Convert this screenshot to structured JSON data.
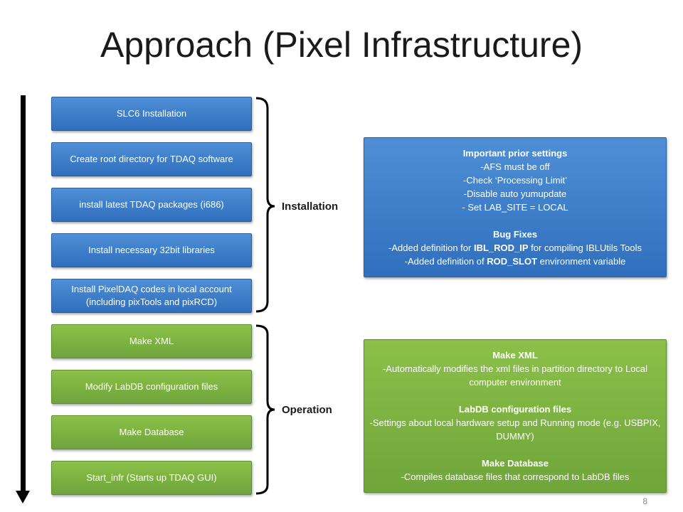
{
  "title": "Approach (Pixel Infrastructure)",
  "page_number": "8",
  "installation_steps": [
    "SLC6 Installation",
    "Create root directory for TDAQ software",
    "install latest TDAQ packages (i686)",
    "Install necessary 32bit libraries",
    "Install PixelDAQ codes in local account (including pixTools and pixRCD)"
  ],
  "operation_steps": [
    "Make XML",
    "Modify LabDB configuration files",
    "Make Database",
    "Start_infr (Starts up TDAQ GUI)"
  ],
  "groups": {
    "installation": "Installation",
    "operation": "Operation"
  },
  "settings_box": {
    "heading": "Important prior settings",
    "items": [
      "-AFS must be off",
      "-Check ‘Processing Limit’",
      "-Disable auto yumupdate",
      "- Set LAB_SITE = LOCAL"
    ],
    "bugfix_heading": "Bug Fixes",
    "bugfix_1": {
      "before": "-Added definition for ",
      "bold": "IBL_ROD_IP",
      "after": " for compiling IBLUtils Tools"
    },
    "bugfix_2": {
      "before": "-Added definition of ",
      "bold": "ROD_SLOT",
      "after": " environment variable"
    }
  },
  "operation_box": {
    "make_xml_heading": "Make XML",
    "make_xml_desc": "-Automatically modifies the xml files in partition directory to Local computer environment",
    "labdb_heading": "LabDB configuration files",
    "labdb_desc": "-Settings about local hardware setup and Running mode (e.g. USBPIX, DUMMY)",
    "makedb_heading": "Make Database",
    "makedb_desc": "-Compiles database files that correspond to LabDB files"
  },
  "colors": {
    "installation": "#3a78c9",
    "operation": "#7bb241"
  }
}
